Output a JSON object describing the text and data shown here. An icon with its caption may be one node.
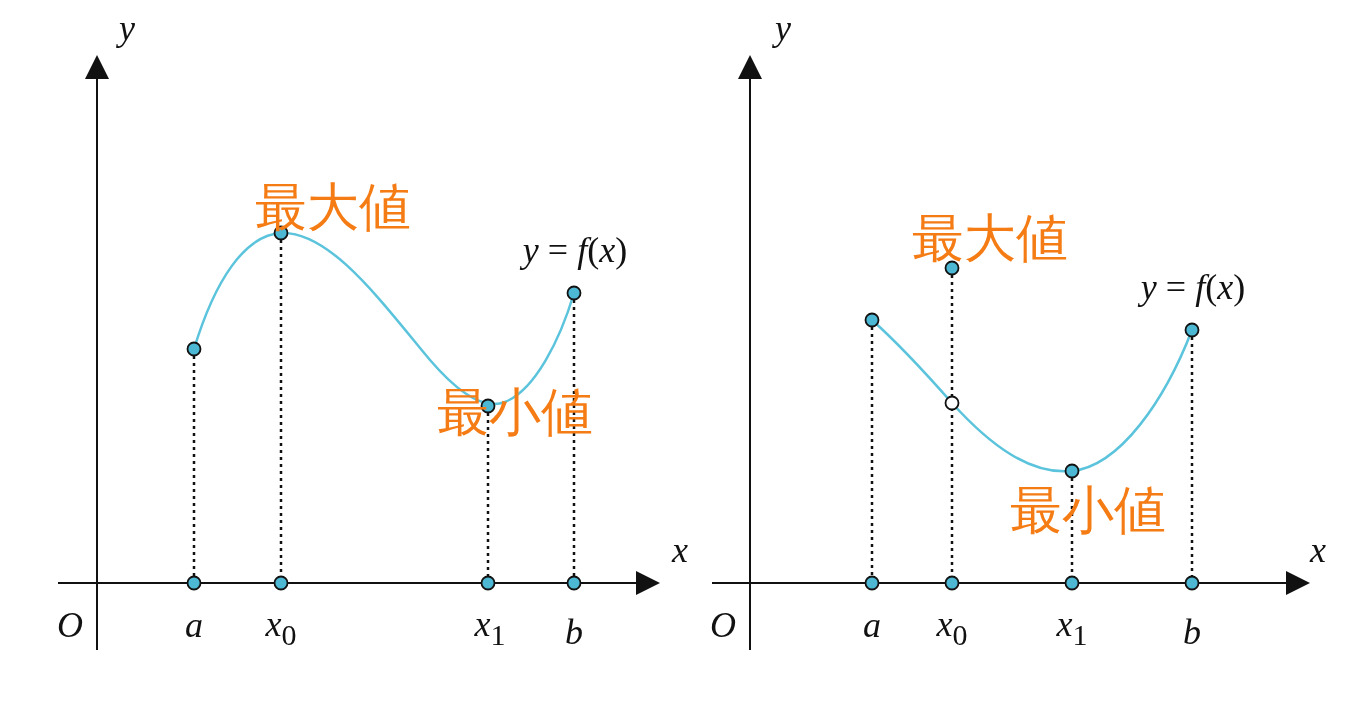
{
  "diagram": {
    "labels": [
      "y",
      "最大値",
      "*y* = *f*(*x*)",
      "最小値",
      "x",
      "O",
      "a",
      "*x*$_{0}$",
      "*x*$_{1}$",
      "b",
      "y",
      "最大値",
      "*y* = *f*(*x*)",
      "最小値",
      "x",
      "O",
      "a",
      "*x*$_{0}$",
      "*x*$_{1}$",
      "b"
    ]
  }
}
